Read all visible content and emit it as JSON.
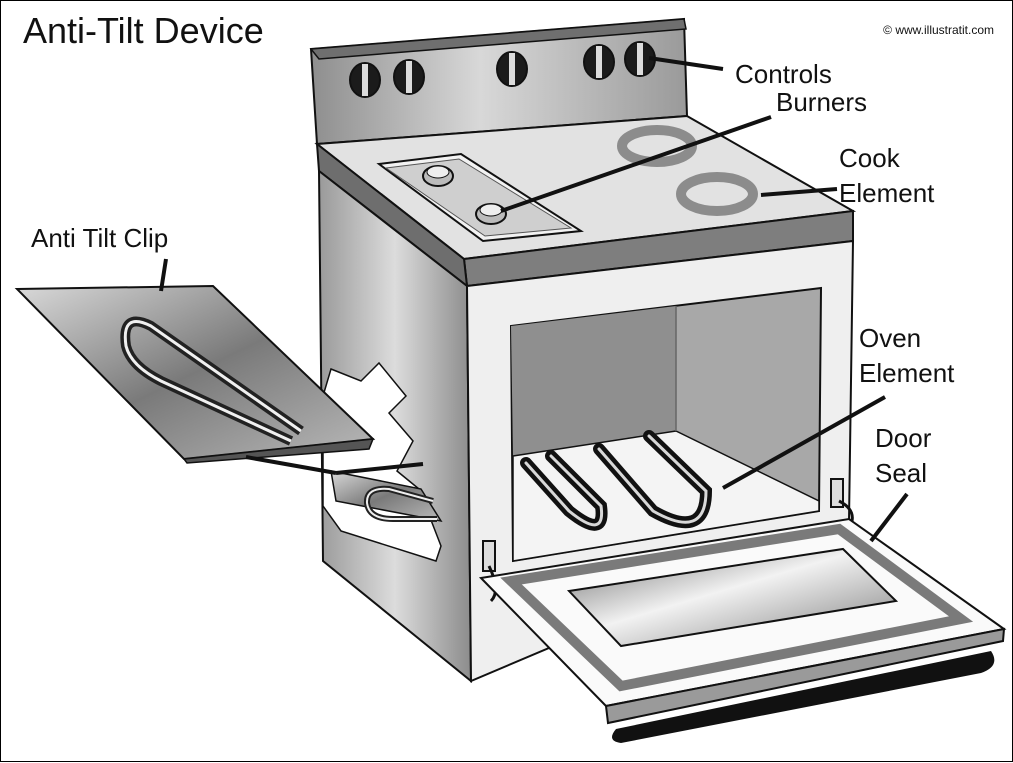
{
  "title": "Anti-Tilt Device",
  "copyright": "© www.illustratit.com",
  "labels": {
    "controls": "Controls",
    "burners": "Burners",
    "cook_element": "Cook\nElement",
    "anti_tilt_clip": "Anti Tilt Clip",
    "oven_element": "Oven\nElement",
    "door_seal": "Door\nSeal"
  },
  "colors": {
    "outline": "#111111",
    "panel": "#cfcfcf",
    "panel_dark": "#8a8a8a",
    "burner": "#8c8c8c",
    "oven_interior": "#a6a6a6"
  }
}
